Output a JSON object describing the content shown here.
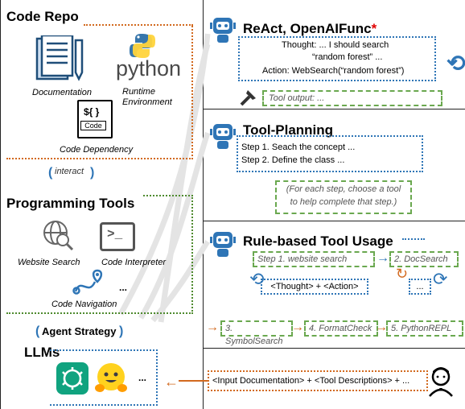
{
  "left": {
    "code_repo": {
      "title": "Code Repo",
      "documentation": "Documentation",
      "python_word": "python",
      "runtime": "Runtime\nEnvironment",
      "code_badge_brace": "${ }",
      "code_badge_label": "Code",
      "code_dependency": "Code Dependency"
    },
    "interact": "interact",
    "programming_tools": {
      "title": "Programming Tools",
      "website_search": "Website Search",
      "code_interpreter": "Code Interpreter",
      "code_navigation": "Code Navigation",
      "ellipsis": "..."
    },
    "agent_strategy": "Agent Strategy",
    "llms": {
      "title": "LLMs",
      "ellipsis": "..."
    }
  },
  "right": {
    "react": {
      "title": "ReAct, OpenAIFunc",
      "asterisk": "*",
      "thought_line1": "Thought: ... I should search",
      "thought_line2": "“random forest” ...",
      "action_line": "Action: WebSearch(“random forest”)",
      "tool_output": "Tool output: ..."
    },
    "tool_planning": {
      "title": "Tool-Planning",
      "step1": "Step 1. Seach the concept ...",
      "step2": "Step 2. Define the class ...",
      "note_line1": "(For each step, choose a tool",
      "note_line2": "to help complete that step.)"
    },
    "rule_based": {
      "title": "Rule-based Tool Usage",
      "step1": "Step 1. website search",
      "step2": "2. DocSearch",
      "thought_action": "<Thought> + <Action>",
      "ellipsis": "...",
      "symbol_search": "3. SymbolSearch",
      "format_check": "4. FormatCheck",
      "python_repl": "5. PythonREPL"
    },
    "input_line": "<Input Documentation> + <Tool Descriptions> + ..."
  },
  "colors": {
    "orange": "#d2691e",
    "blue": "#2e75b6",
    "green": "#4e8a2e",
    "red": "#e00000"
  }
}
